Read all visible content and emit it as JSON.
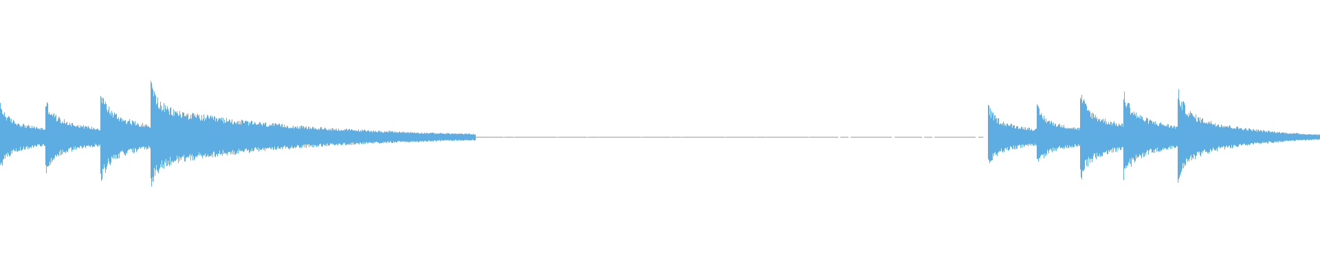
{
  "waveform": {
    "color": "#5DADE2",
    "background": "#ffffff",
    "onsets_fraction": [
      0.0,
      0.034,
      0.076,
      0.114,
      0.748,
      0.785,
      0.818,
      0.851,
      0.892
    ],
    "peak_amplitudes": [
      0.42,
      0.5,
      0.62,
      0.72,
      0.42,
      0.42,
      0.6,
      0.6,
      0.62
    ],
    "silence_region": [
      0.36,
      0.745
    ]
  }
}
